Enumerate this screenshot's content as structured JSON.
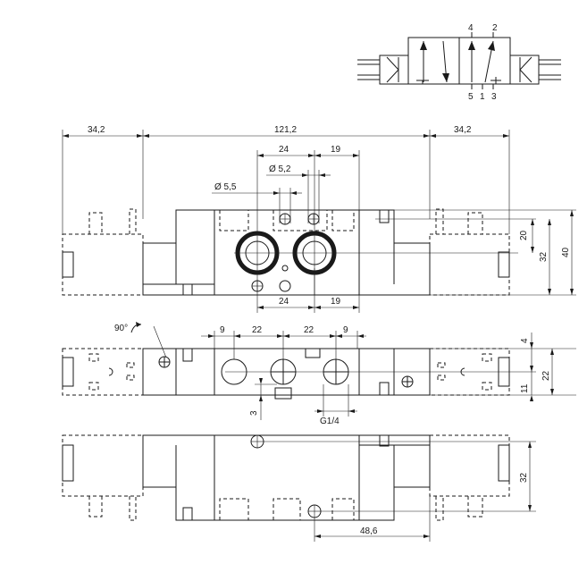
{
  "symbol": {
    "port_top_left": "4",
    "port_top_right": "2",
    "port_bottom_left": "5",
    "port_bottom_center": "1",
    "port_bottom_right": "3"
  },
  "dimensions": {
    "left_width": "34,2",
    "total_width": "121,2",
    "right_width": "34,2",
    "port_spacing_a": "24",
    "port_spacing_b": "19",
    "hole_dia_small": "Ø 5,2",
    "hole_dia_large": "Ø 5,5",
    "height_20": "20",
    "height_32": "32",
    "height_40": "40",
    "bottom_spacing_a": "24",
    "bottom_spacing_b": "19",
    "rotation": "90°",
    "spacing_9_left": "9",
    "spacing_22_left": "22",
    "spacing_22_right": "22",
    "spacing_9_right": "9",
    "offset_4": "4",
    "height_22": "22",
    "offset_11": "11",
    "offset_3": "3",
    "thread": "G1/4",
    "bottom_height_32": "32",
    "bottom_length": "48,6"
  }
}
